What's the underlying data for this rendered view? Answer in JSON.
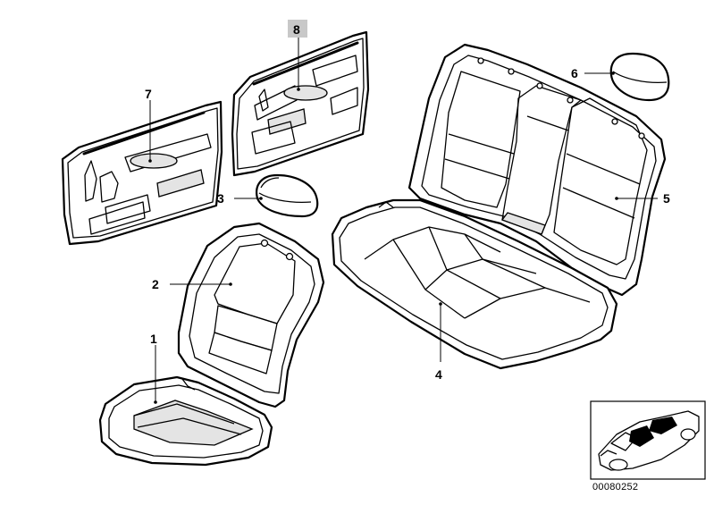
{
  "callouts": [
    {
      "id": "1",
      "label": "1"
    },
    {
      "id": "2",
      "label": "2"
    },
    {
      "id": "3",
      "label": "3"
    },
    {
      "id": "4",
      "label": "4"
    },
    {
      "id": "5",
      "label": "5"
    },
    {
      "id": "6",
      "label": "6"
    },
    {
      "id": "7",
      "label": "7"
    },
    {
      "id": "8",
      "label": "8"
    }
  ],
  "reference_code": "00080252",
  "colors": {
    "line": "#000000",
    "background": "#ffffff",
    "callout_8_highlight": "#c8c8c8"
  }
}
